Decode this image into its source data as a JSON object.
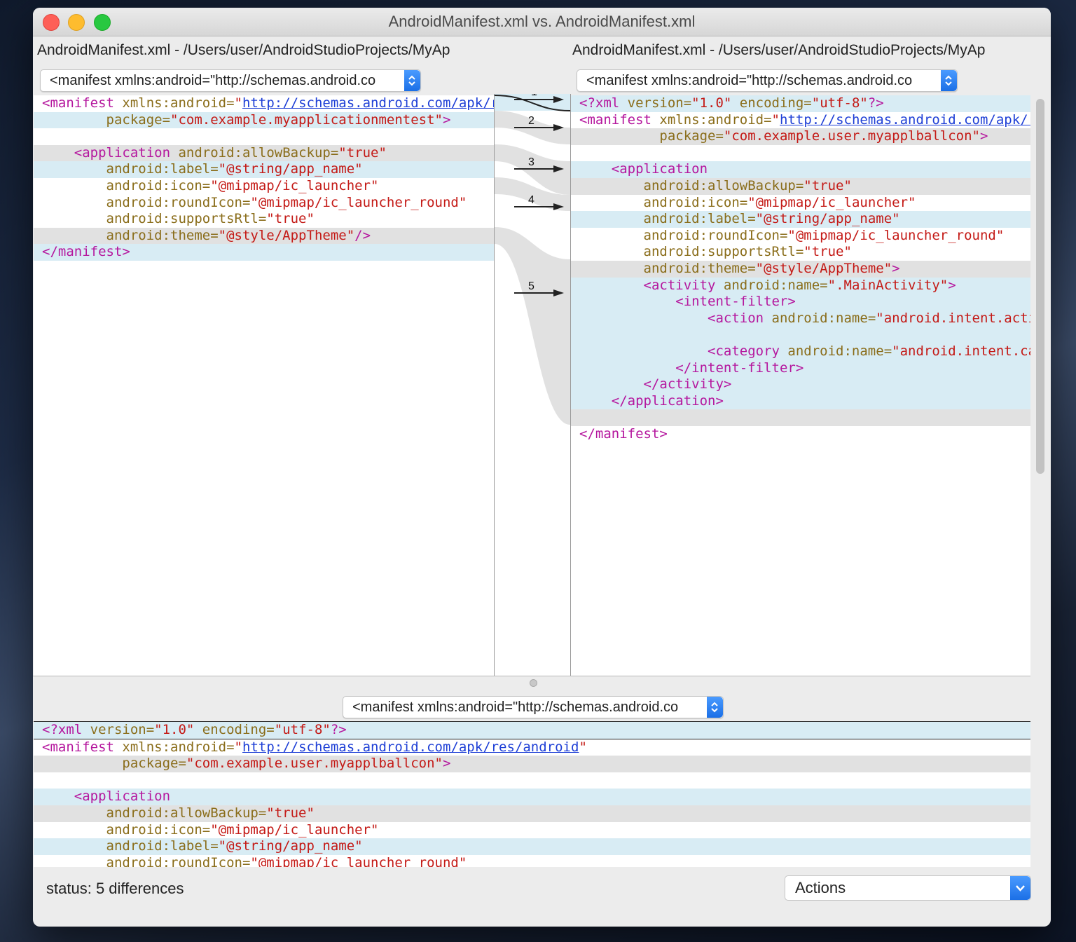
{
  "window": {
    "title": "AndroidManifest.xml vs. AndroidManifest.xml"
  },
  "left": {
    "path": "AndroidManifest.xml - /Users/user/AndroidStudioProjects/MyAp",
    "popup": "<manifest xmlns:android=\"http://schemas.android.co"
  },
  "right": {
    "path": "AndroidManifest.xml - /Users/user/AndroidStudioProjects/MyAp",
    "popup": "<manifest xmlns:android=\"http://schemas.android.co"
  },
  "merge": {
    "popup": "<manifest xmlns:android=\"http://schemas.android.co"
  },
  "diff_markers": [
    "1",
    "2",
    "3",
    "4",
    "5"
  ],
  "status": {
    "label": "status:",
    "value": "5 differences"
  },
  "actions": {
    "label": "Actions"
  },
  "colors": {
    "tag": "#b5179e",
    "attr": "#8a6d1a",
    "value": "#c41a16",
    "url": "#1e3fd6",
    "diff_blue": "#d8ecf4",
    "diff_gray": "#e1e1e1"
  },
  "icons": {
    "popup_stepper": "up-down-chevron-icon",
    "actions_dropdown": "chevron-down-icon"
  },
  "code": {
    "left": [
      {
        "bg": "white",
        "indent": "",
        "tokens": [
          [
            "t",
            "<manifest "
          ],
          [
            "a",
            "xmlns:android="
          ],
          [
            "v",
            "\""
          ],
          [
            "u",
            "http://schemas.android.com/apk/res/android"
          ],
          [
            "v",
            "\""
          ]
        ]
      },
      {
        "bg": "blue",
        "indent": "        ",
        "tokens": [
          [
            "a",
            "package="
          ],
          [
            "v",
            "\"com.example.myapplicationmentest\""
          ],
          [
            "t",
            ">"
          ]
        ]
      },
      {
        "bg": "white",
        "indent": "",
        "tokens": []
      },
      {
        "bg": "gray",
        "indent": "    ",
        "tokens": [
          [
            "t",
            "<application "
          ],
          [
            "a",
            "android:allowBackup="
          ],
          [
            "v",
            "\"true\""
          ]
        ]
      },
      {
        "bg": "blue",
        "indent": "        ",
        "tokens": [
          [
            "a",
            "android:label="
          ],
          [
            "v",
            "\"@string/app_name\""
          ]
        ]
      },
      {
        "bg": "white",
        "indent": "        ",
        "tokens": [
          [
            "a",
            "android:icon="
          ],
          [
            "v",
            "\"@mipmap/ic_launcher\""
          ]
        ]
      },
      {
        "bg": "white",
        "indent": "        ",
        "tokens": [
          [
            "a",
            "android:roundIcon="
          ],
          [
            "v",
            "\"@mipmap/ic_launcher_round\""
          ]
        ]
      },
      {
        "bg": "white",
        "indent": "        ",
        "tokens": [
          [
            "a",
            "android:supportsRtl="
          ],
          [
            "v",
            "\"true\""
          ]
        ]
      },
      {
        "bg": "gray",
        "indent": "        ",
        "tokens": [
          [
            "a",
            "android:theme="
          ],
          [
            "v",
            "\"@style/AppTheme\""
          ],
          [
            "t",
            "/>"
          ]
        ]
      },
      {
        "bg": "blue",
        "indent": "",
        "tokens": [
          [
            "t",
            "</manifest>"
          ]
        ]
      }
    ],
    "right": [
      {
        "bg": "blue",
        "indent": "",
        "tokens": [
          [
            "t",
            "<?xml "
          ],
          [
            "a",
            "version="
          ],
          [
            "v",
            "\"1.0\" "
          ],
          [
            "a",
            "encoding="
          ],
          [
            "v",
            "\"utf-8\""
          ],
          [
            "t",
            "?>"
          ]
        ]
      },
      {
        "bg": "white",
        "indent": "",
        "tokens": [
          [
            "t",
            "<manifest "
          ],
          [
            "a",
            "xmlns:android="
          ],
          [
            "v",
            "\""
          ],
          [
            "u",
            "http://schemas.android.com/apk/res/android"
          ],
          [
            "v",
            "\""
          ]
        ]
      },
      {
        "bg": "gray",
        "indent": "          ",
        "tokens": [
          [
            "a",
            "package="
          ],
          [
            "v",
            "\"com.example.user.myapplballcon\""
          ],
          [
            "t",
            ">"
          ]
        ]
      },
      {
        "bg": "white",
        "indent": "",
        "tokens": []
      },
      {
        "bg": "blue",
        "indent": "    ",
        "tokens": [
          [
            "t",
            "<application"
          ]
        ]
      },
      {
        "bg": "gray",
        "indent": "        ",
        "tokens": [
          [
            "a",
            "android:allowBackup="
          ],
          [
            "v",
            "\"true\""
          ]
        ]
      },
      {
        "bg": "white",
        "indent": "        ",
        "tokens": [
          [
            "a",
            "android:icon="
          ],
          [
            "v",
            "\"@mipmap/ic_launcher\""
          ]
        ]
      },
      {
        "bg": "blue",
        "indent": "        ",
        "tokens": [
          [
            "a",
            "android:label="
          ],
          [
            "v",
            "\"@string/app_name\""
          ]
        ]
      },
      {
        "bg": "white",
        "indent": "        ",
        "tokens": [
          [
            "a",
            "android:roundIcon="
          ],
          [
            "v",
            "\"@mipmap/ic_launcher_round\""
          ]
        ]
      },
      {
        "bg": "white",
        "indent": "        ",
        "tokens": [
          [
            "a",
            "android:supportsRtl="
          ],
          [
            "v",
            "\"true\""
          ]
        ]
      },
      {
        "bg": "gray",
        "indent": "        ",
        "tokens": [
          [
            "a",
            "android:theme="
          ],
          [
            "v",
            "\"@style/AppTheme\""
          ],
          [
            "t",
            ">"
          ]
        ]
      },
      {
        "bg": "blue",
        "indent": "        ",
        "tokens": [
          [
            "t",
            "<activity "
          ],
          [
            "a",
            "android:name="
          ],
          [
            "v",
            "\".MainActivity\""
          ],
          [
            "t",
            ">"
          ]
        ]
      },
      {
        "bg": "blue",
        "indent": "            ",
        "tokens": [
          [
            "t",
            "<intent-filter>"
          ]
        ]
      },
      {
        "bg": "blue",
        "indent": "                ",
        "tokens": [
          [
            "t",
            "<action "
          ],
          [
            "a",
            "android:name="
          ],
          [
            "v",
            "\"android.intent.action.MAIN\""
          ],
          [
            "t",
            " />"
          ]
        ]
      },
      {
        "bg": "blue",
        "indent": "",
        "tokens": []
      },
      {
        "bg": "blue",
        "indent": "                ",
        "tokens": [
          [
            "t",
            "<category "
          ],
          [
            "a",
            "android:name="
          ],
          [
            "v",
            "\"android.intent.category.LAUNCHER\""
          ],
          [
            "t",
            " />"
          ]
        ]
      },
      {
        "bg": "blue",
        "indent": "            ",
        "tokens": [
          [
            "t",
            "</intent-filter>"
          ]
        ]
      },
      {
        "bg": "blue",
        "indent": "        ",
        "tokens": [
          [
            "t",
            "</activity>"
          ]
        ]
      },
      {
        "bg": "blue",
        "indent": "    ",
        "tokens": [
          [
            "t",
            "</application>"
          ]
        ]
      },
      {
        "bg": "gray",
        "indent": "",
        "tokens": []
      },
      {
        "bg": "white",
        "indent": "",
        "tokens": [
          [
            "t",
            "</manifest>"
          ]
        ]
      }
    ],
    "merge": [
      {
        "bg": "blue",
        "indent": "",
        "tokens": [
          [
            "t",
            "<?xml "
          ],
          [
            "a",
            "version="
          ],
          [
            "v",
            "\"1.0\" "
          ],
          [
            "a",
            "encoding="
          ],
          [
            "v",
            "\"utf-8\""
          ],
          [
            "t",
            "?>"
          ]
        ],
        "border": true
      },
      {
        "bg": "white",
        "indent": "",
        "tokens": [
          [
            "t",
            "<manifest "
          ],
          [
            "a",
            "xmlns:android="
          ],
          [
            "v",
            "\""
          ],
          [
            "u",
            "http://schemas.android.com/apk/res/android"
          ],
          [
            "v",
            "\""
          ]
        ]
      },
      {
        "bg": "gray",
        "indent": "          ",
        "tokens": [
          [
            "a",
            "package="
          ],
          [
            "v",
            "\"com.example.user.myapplballcon\""
          ],
          [
            "t",
            ">"
          ]
        ]
      },
      {
        "bg": "white",
        "indent": "",
        "tokens": []
      },
      {
        "bg": "blue",
        "indent": "    ",
        "tokens": [
          [
            "t",
            "<application"
          ]
        ]
      },
      {
        "bg": "gray",
        "indent": "        ",
        "tokens": [
          [
            "a",
            "android:allowBackup="
          ],
          [
            "v",
            "\"true\""
          ]
        ]
      },
      {
        "bg": "white",
        "indent": "        ",
        "tokens": [
          [
            "a",
            "android:icon="
          ],
          [
            "v",
            "\"@mipmap/ic_launcher\""
          ]
        ]
      },
      {
        "bg": "blue",
        "indent": "        ",
        "tokens": [
          [
            "a",
            "android:label="
          ],
          [
            "v",
            "\"@string/app_name\""
          ]
        ]
      },
      {
        "bg": "white",
        "indent": "        ",
        "tokens": [
          [
            "a",
            "android:roundIcon="
          ],
          [
            "v",
            "\"@mipmap/ic_launcher_round\""
          ]
        ]
      }
    ]
  }
}
